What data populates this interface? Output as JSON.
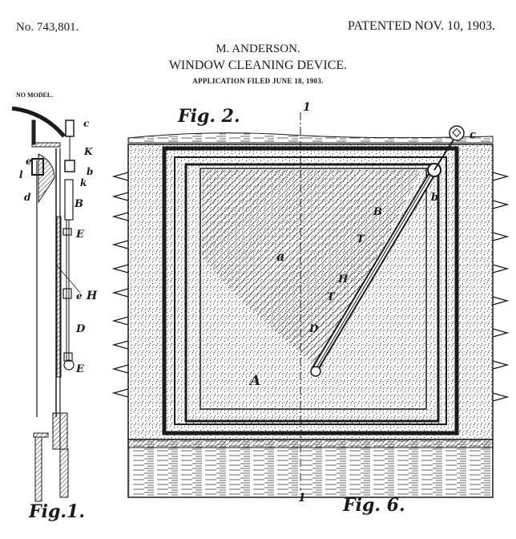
{
  "header": {
    "patent_number": "No. 743,801.",
    "patent_date": "PATENTED NOV. 10, 1903.",
    "inventor": "M. ANDERSON.",
    "title": "WINDOW CLEANING DEVICE.",
    "application": "APPLICATION FILED JUNE 18, 1903.",
    "model_note": "NO MODEL."
  },
  "figures": {
    "fig1": {
      "caption": "Fig.1.",
      "labels": [
        "c",
        "K",
        "b",
        "k",
        "e",
        "l",
        "d",
        "B",
        "E",
        "e",
        "H",
        "D",
        "E"
      ]
    },
    "fig2": {
      "caption": "Fig. 2.",
      "section_mark_top": "1",
      "section_mark_bottom": "1",
      "labels": [
        "a",
        "A",
        "D",
        "H",
        "T",
        "T",
        "B",
        "b",
        "c"
      ]
    },
    "fig6": {
      "caption": "Fig. 6."
    }
  }
}
